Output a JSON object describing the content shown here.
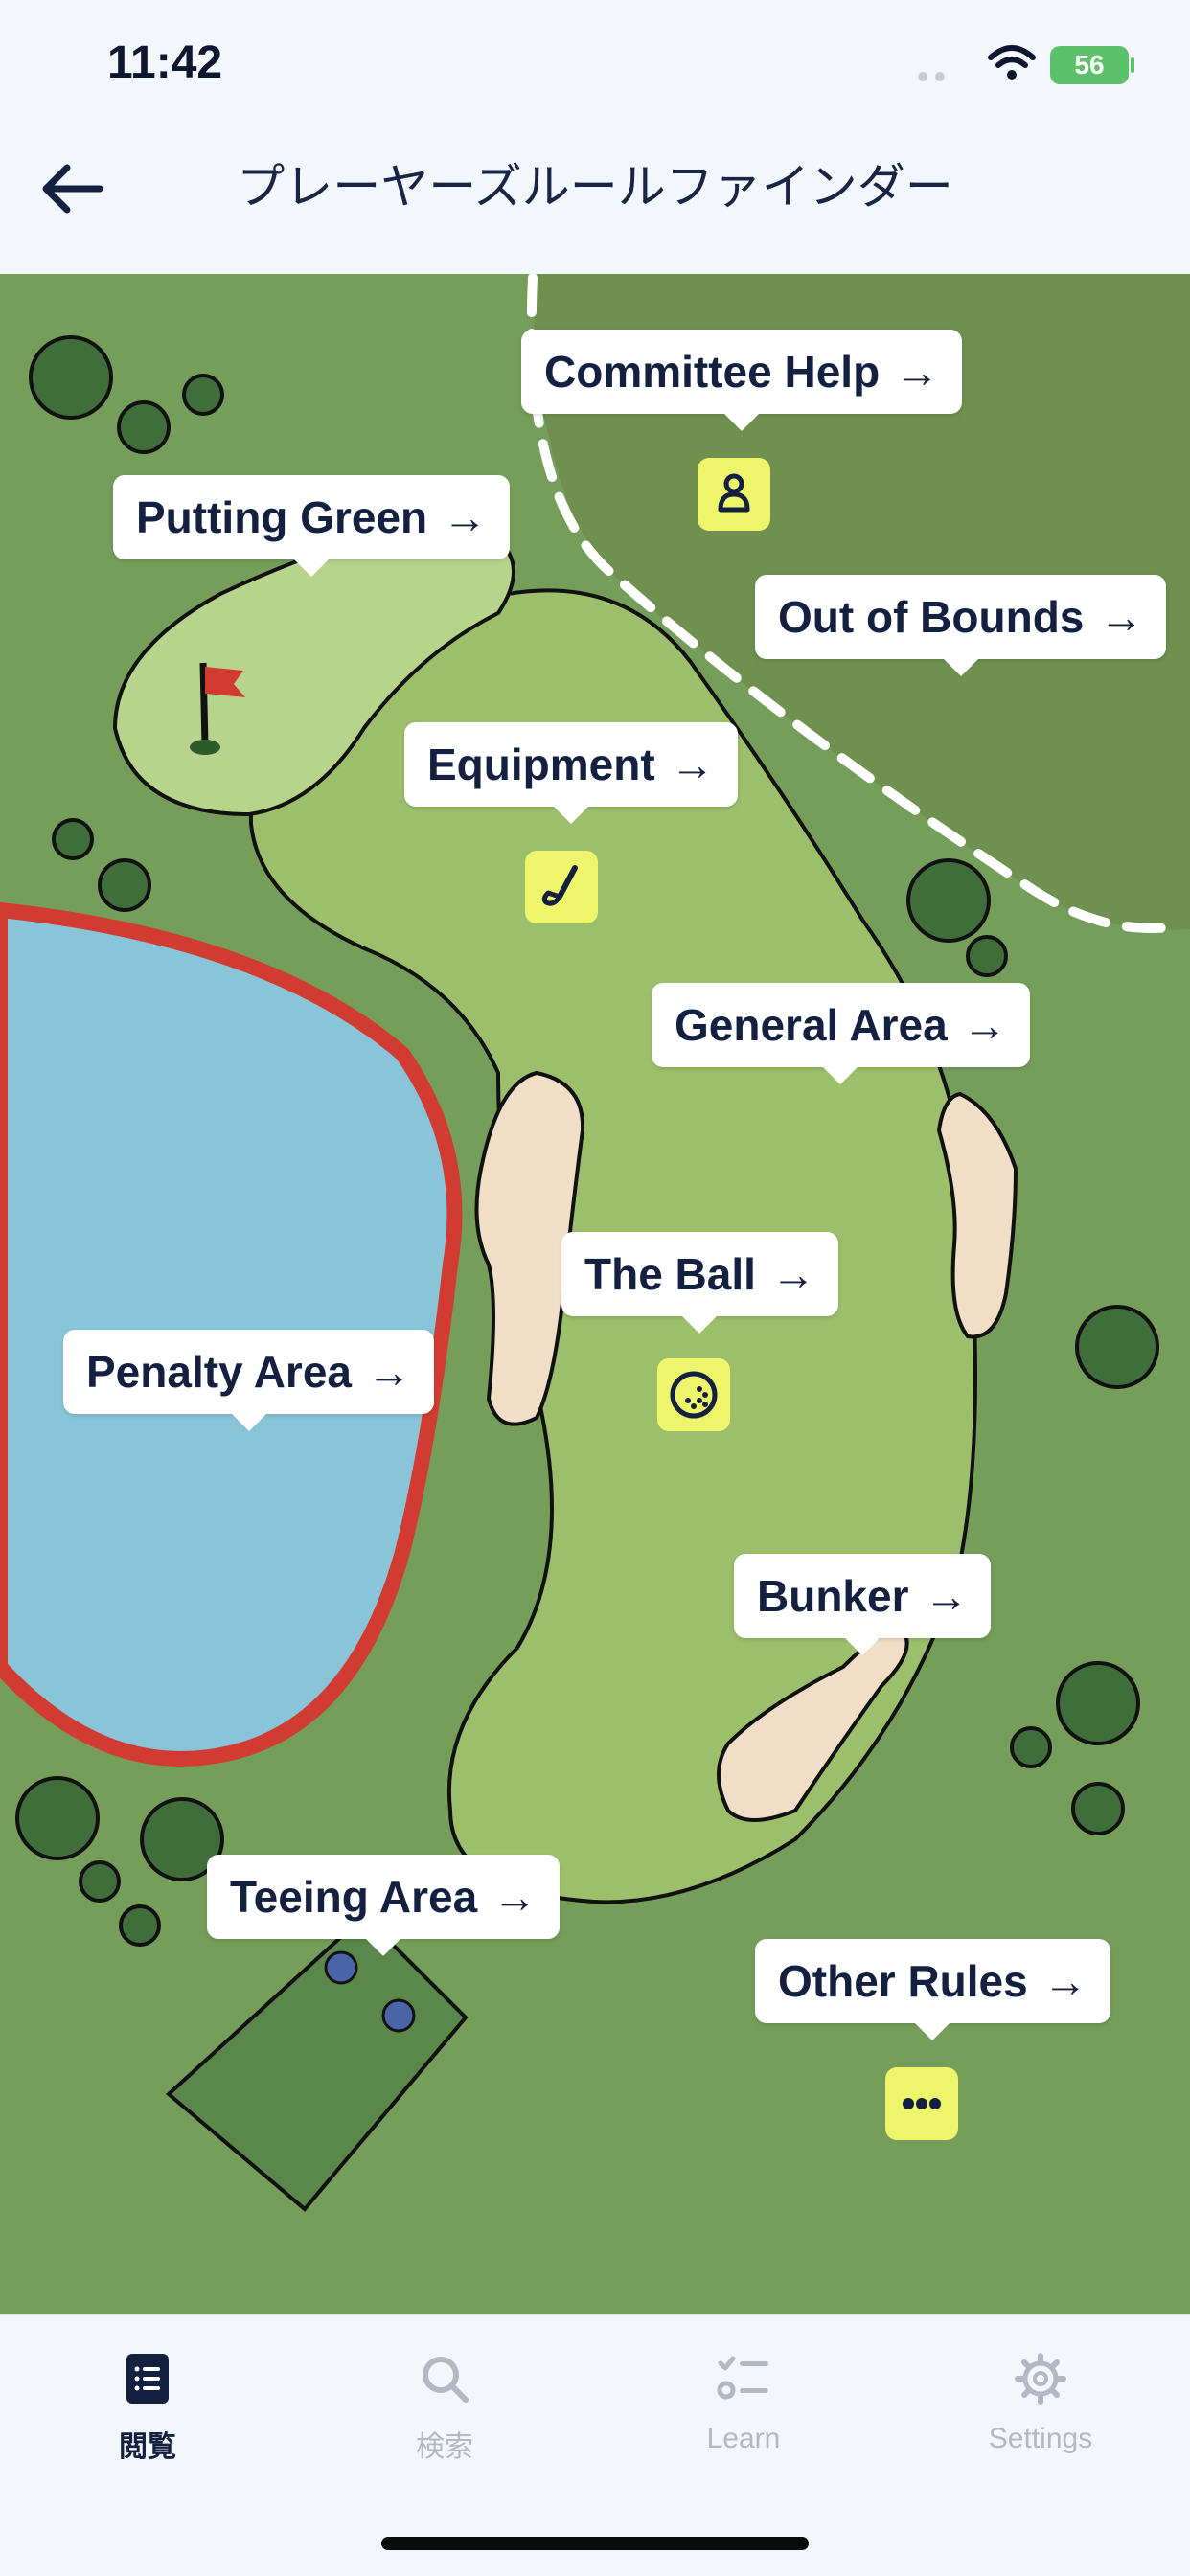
{
  "status": {
    "time": "11:42",
    "battery": "56"
  },
  "header": {
    "title": "プレーヤーズルールファインダー"
  },
  "map": {
    "labels": {
      "committee_help": "Committee Help",
      "putting_green": "Putting Green",
      "out_of_bounds": "Out of Bounds",
      "equipment": "Equipment",
      "general_area": "General Area",
      "the_ball": "The Ball",
      "penalty_area": "Penalty Area",
      "bunker": "Bunker",
      "teeing_area": "Teeing Area",
      "other_rules": "Other Rules"
    },
    "arrow": "→",
    "icons": {
      "committee_help": "person-icon",
      "equipment": "golf-club-icon",
      "the_ball": "golf-ball-icon",
      "other_rules": "more-dots-icon"
    },
    "colors": {
      "rough_dark": "#5c8a52",
      "rough_light": "#86ad5e",
      "fairway": "#9cbf6c",
      "green": "#b6d48c",
      "water": "#8ac4d8",
      "penalty_line": "#d23b32",
      "bunker": "#f0dfc6",
      "icon_chip": "#eef56a",
      "label_text": "#14203f"
    }
  },
  "tabs": [
    {
      "label": "閲覧",
      "icon": "book-icon",
      "active": true
    },
    {
      "label": "検索",
      "icon": "search-icon",
      "active": false
    },
    {
      "label": "Learn",
      "icon": "checklist-icon",
      "active": false
    },
    {
      "label": "Settings",
      "icon": "gear-icon",
      "active": false
    }
  ],
  "tab_colors": {
    "active": "#14203f",
    "inactive": "#b3b8c3"
  }
}
